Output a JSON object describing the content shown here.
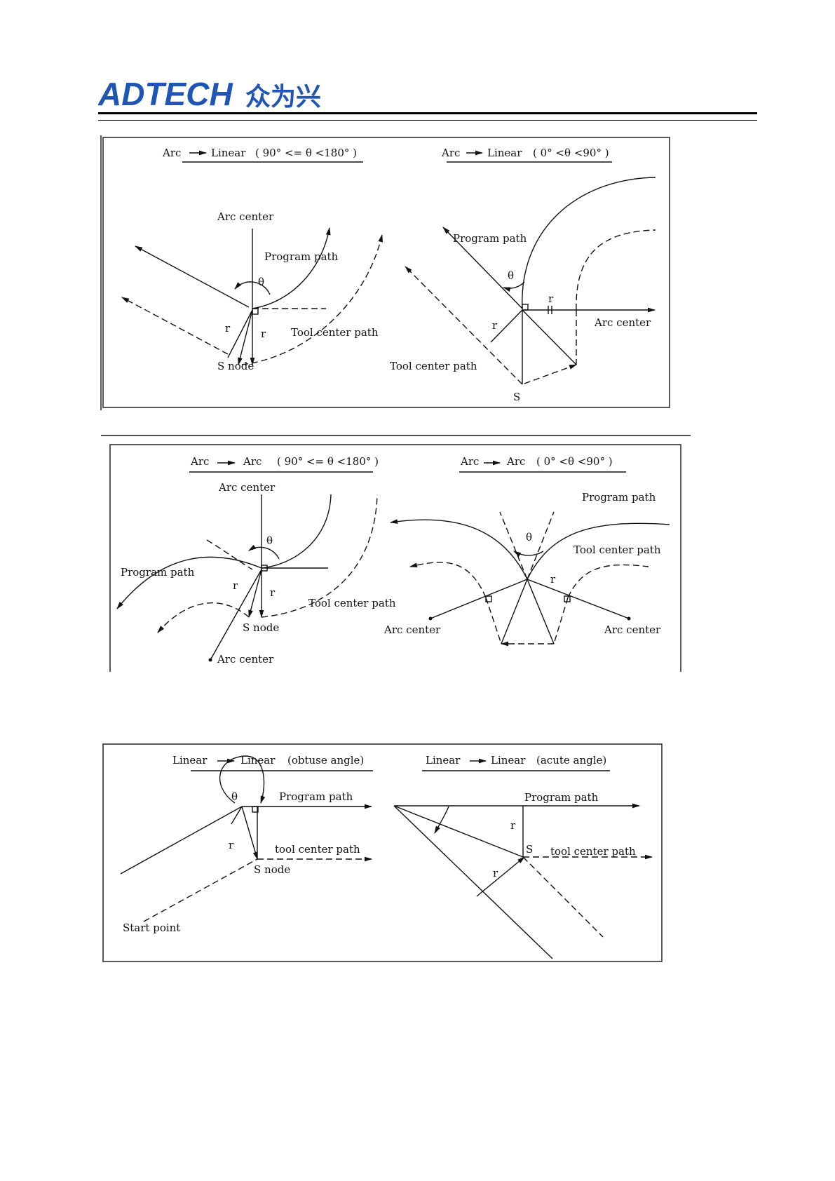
{
  "header": {
    "logo_text": "ADTECH",
    "logo_cn": "众为兴"
  },
  "fig1": {
    "left": {
      "title_from": "Arc",
      "title_to": "Linear",
      "title_range": "( 90° <= θ <180° )",
      "arc_center": "Arc center",
      "program_path": "Program path",
      "theta": "θ",
      "r1": "r",
      "r2": "r",
      "tool_center_path": "Tool center path",
      "s_node": "S node"
    },
    "right": {
      "title_from": "Arc",
      "title_to": "Linear",
      "title_range": "( 0° <θ <90° )",
      "program_path": "Program path",
      "theta": "θ",
      "r1": "r",
      "r2": "r",
      "arc_center": "Arc center",
      "tool_center_path": "Tool center path",
      "s": "S"
    }
  },
  "fig2": {
    "left": {
      "title_from": "Arc",
      "title_to": "Arc",
      "title_range": "( 90° <= θ <180° )",
      "arc_center_top": "Arc center",
      "theta": "θ",
      "program_path": "Program path",
      "r1": "r",
      "r2": "r",
      "tool_center_path": "Tool center path",
      "s_node": "S node",
      "arc_center_bottom": "Arc center"
    },
    "right": {
      "title_from": "Arc",
      "title_to": "Arc",
      "title_range": "( 0° <θ <90° )",
      "program_path": "Program path",
      "theta": "θ",
      "tool_center_path": "Tool center path",
      "r": "r",
      "arc_center_left": "Arc center",
      "arc_center_right": "Arc center"
    }
  },
  "fig3": {
    "left": {
      "title_from": "Linear",
      "title_to": "Linear",
      "title_range": "(obtuse angle)",
      "theta": "θ",
      "program_path": "Program path",
      "r": "r",
      "tool_center_path": "tool center path",
      "s_node": "S node",
      "start_point": "Start point"
    },
    "right": {
      "title_from": "Linear",
      "title_to": "Linear",
      "title_range": "(acute angle)",
      "program_path": "Program path",
      "r1": "r",
      "s": "S",
      "tool_center_path": "tool center path",
      "r2": "r"
    }
  }
}
